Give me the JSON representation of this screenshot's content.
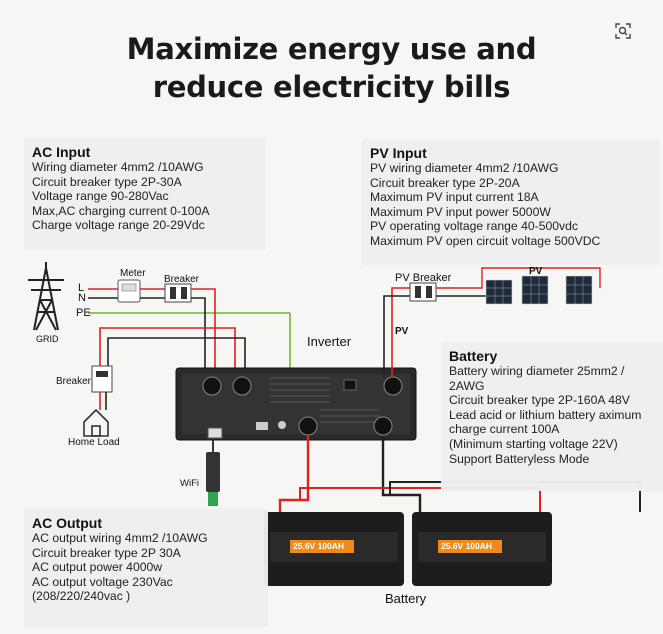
{
  "title_line1": "Maximize energy use and",
  "title_line2": "reduce electricity bills",
  "ac_input": {
    "heading": "AC Input",
    "lines": [
      "Wiring diameter 4mm2 /10AWG",
      "Circuit breaker type 2P-30A",
      "Voltage range 90-280Vac",
      "Max,AC charging current 0-100A",
      "Charge voltage range 20-29Vdc"
    ]
  },
  "pv_input": {
    "heading": "PV Input",
    "lines": [
      "PV wiring diameter 4mm2 /10AWG",
      "Circuit breaker type 2P-20A",
      "Maximum PV input current 18A",
      "Maximum PV input power 5000W",
      "PV operating voltage range 40-500vdc",
      "Maximum PV open circuit voltage 500VDC"
    ]
  },
  "battery_spec": {
    "heading": "Battery",
    "lines": [
      "Battery wiring diameter 25mm2 /",
      "2AWG",
      "Circuit breaker type 2P-160A 48V",
      "Lead acid or lithium battery aximum",
      "charge current 100A",
      "(Minimum starting voltage 22V)",
      "Support Batteryless Mode"
    ]
  },
  "ac_output": {
    "heading": "AC Output",
    "lines": [
      "AC output wiring 4mm2 /10AWG",
      "Circuit breaker type 2P 30A",
      "AC output power 4000w",
      "AC output voltage 230Vac",
      "(208/220/240vac )"
    ]
  },
  "labels": {
    "meter": "Meter",
    "breaker_top": "Breaker",
    "l": "L",
    "n": "N",
    "pe": "PE",
    "grid": "GRID",
    "breaker_left": "Breaker",
    "home_load": "Home Load",
    "wifi": "WiFi",
    "inverter": "Inverter",
    "pv_breaker": "PV Breaker",
    "pv_panels": "PV",
    "pv_wire": "PV",
    "battery": "Battery",
    "battery_label_1": "25.6V 100AH",
    "battery_label_2": "25.6V 100AH"
  },
  "colors": {
    "title": "#1a1a1a",
    "live_wire": "#e02020",
    "neutral_wire": "#222222",
    "earth_wire": "#7cc242",
    "battery_accent": "#f08a1c",
    "inverter_body": "#2a2a2a"
  }
}
